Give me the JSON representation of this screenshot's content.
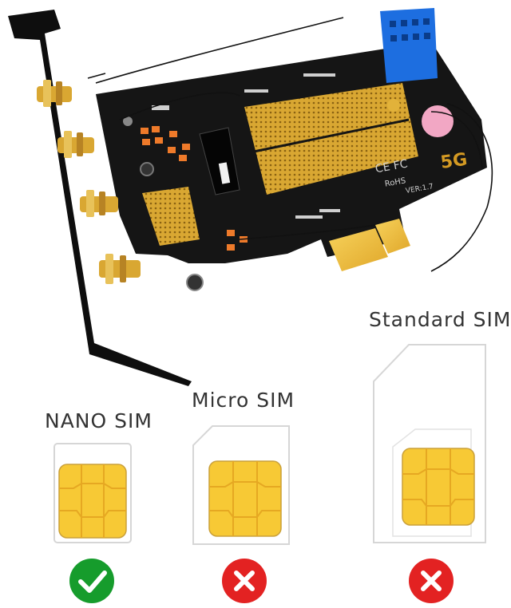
{
  "sim_cards": [
    {
      "label": "NANO SIM",
      "status": "compatible",
      "status_icon": "check-icon"
    },
    {
      "label": "Micro SIM",
      "status": "not-compatible",
      "status_icon": "cross-icon"
    },
    {
      "label": "Standard SIM",
      "status": "not-compatible",
      "status_icon": "cross-icon"
    }
  ],
  "pcb": {
    "badge_5g": "5G",
    "version": "VER:1.7",
    "rohs": "RoHS",
    "ce_fc": "CE FC"
  },
  "colors": {
    "pcb": "#141414",
    "gold": "#e2b23a",
    "connector_blue": "#1d6ee0",
    "check_green": "#169c2c",
    "cross_red": "#e32222"
  }
}
